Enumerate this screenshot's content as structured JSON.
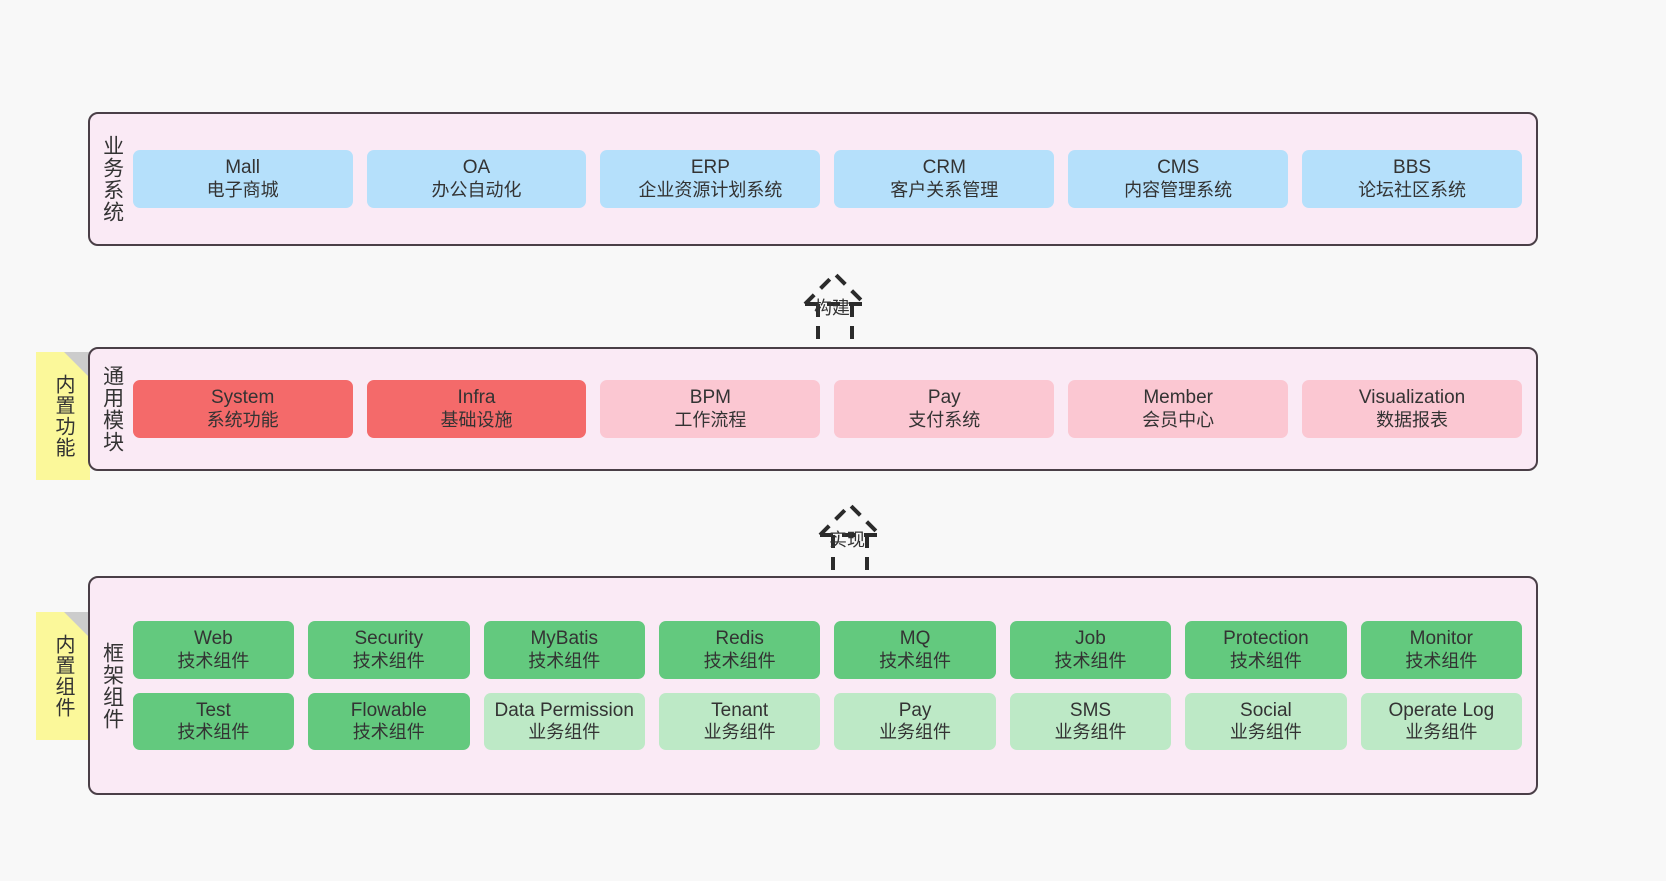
{
  "diagram": {
    "background_color": "#f8f8f8",
    "layer_fill": "#faeaf5",
    "layer_border": "#4a3f47",
    "note_fill": "#fbf89a"
  },
  "layers": [
    {
      "id": "business-system",
      "caption": "业务系统",
      "note": null,
      "rows": [
        {
          "cards": [
            {
              "en": "Mall",
              "cn": "电子商城",
              "color_name": "blue",
              "color": "#b5e0fb"
            },
            {
              "en": "OA",
              "cn": "办公自动化",
              "color_name": "blue",
              "color": "#b5e0fb"
            },
            {
              "en": "ERP",
              "cn": "企业资源计划系统",
              "color_name": "blue",
              "color": "#b5e0fb"
            },
            {
              "en": "CRM",
              "cn": "客户关系管理",
              "color_name": "blue",
              "color": "#b5e0fb"
            },
            {
              "en": "CMS",
              "cn": "内容管理系统",
              "color_name": "blue",
              "color": "#b5e0fb"
            },
            {
              "en": "BBS",
              "cn": "论坛社区系统",
              "color_name": "blue",
              "color": "#b5e0fb"
            }
          ]
        }
      ]
    },
    {
      "id": "common-module",
      "caption": "通用模块",
      "note": "内置功能",
      "rows": [
        {
          "cards": [
            {
              "en": "System",
              "cn": "系统功能",
              "color_name": "red",
              "color": "#f46a6a"
            },
            {
              "en": "Infra",
              "cn": "基础设施",
              "color_name": "red",
              "color": "#f46a6a"
            },
            {
              "en": "BPM",
              "cn": "工作流程",
              "color_name": "pink",
              "color": "#fbc7d2"
            },
            {
              "en": "Pay",
              "cn": "支付系统",
              "color_name": "pink",
              "color": "#fbc7d2"
            },
            {
              "en": "Member",
              "cn": "会员中心",
              "color_name": "pink",
              "color": "#fbc7d2"
            },
            {
              "en": "Visualization",
              "cn": "数据报表",
              "color_name": "pink",
              "color": "#fbc7d2"
            }
          ]
        }
      ]
    },
    {
      "id": "framework-component",
      "caption": "框架组件",
      "note": "内置组件",
      "rows": [
        {
          "cards": [
            {
              "en": "Web",
              "cn": "技术组件",
              "color_name": "green",
              "color": "#63c97e"
            },
            {
              "en": "Security",
              "cn": "技术组件",
              "color_name": "green",
              "color": "#63c97e"
            },
            {
              "en": "MyBatis",
              "cn": "技术组件",
              "color_name": "green",
              "color": "#63c97e"
            },
            {
              "en": "Redis",
              "cn": "技术组件",
              "color_name": "green",
              "color": "#63c97e"
            },
            {
              "en": "MQ",
              "cn": "技术组件",
              "color_name": "green",
              "color": "#63c97e"
            },
            {
              "en": "Job",
              "cn": "技术组件",
              "color_name": "green",
              "color": "#63c97e"
            },
            {
              "en": "Protection",
              "cn": "技术组件",
              "color_name": "green",
              "color": "#63c97e"
            },
            {
              "en": "Monitor",
              "cn": "技术组件",
              "color_name": "green",
              "color": "#63c97e"
            }
          ]
        },
        {
          "cards": [
            {
              "en": "Test",
              "cn": "技术组件",
              "color_name": "green",
              "color": "#63c97e"
            },
            {
              "en": "Flowable",
              "cn": "技术组件",
              "color_name": "green",
              "color": "#63c97e"
            },
            {
              "en": "Data Permission",
              "cn": "业务组件",
              "color_name": "lightgreen",
              "color": "#bde9c6"
            },
            {
              "en": "Tenant",
              "cn": "业务组件",
              "color_name": "lightgreen",
              "color": "#bde9c6"
            },
            {
              "en": "Pay",
              "cn": "业务组件",
              "color_name": "lightgreen",
              "color": "#bde9c6"
            },
            {
              "en": "SMS",
              "cn": "业务组件",
              "color_name": "lightgreen",
              "color": "#bde9c6"
            },
            {
              "en": "Social",
              "cn": "业务组件",
              "color_name": "lightgreen",
              "color": "#bde9c6"
            },
            {
              "en": "Operate Log",
              "cn": "业务组件",
              "color_name": "lightgreen",
              "color": "#bde9c6"
            }
          ]
        }
      ]
    }
  ],
  "connectors": [
    {
      "id": "build",
      "label": "构建",
      "from": "common-module",
      "to": "business-system"
    },
    {
      "id": "implement",
      "label": "实现",
      "from": "framework-component",
      "to": "common-module"
    }
  ]
}
